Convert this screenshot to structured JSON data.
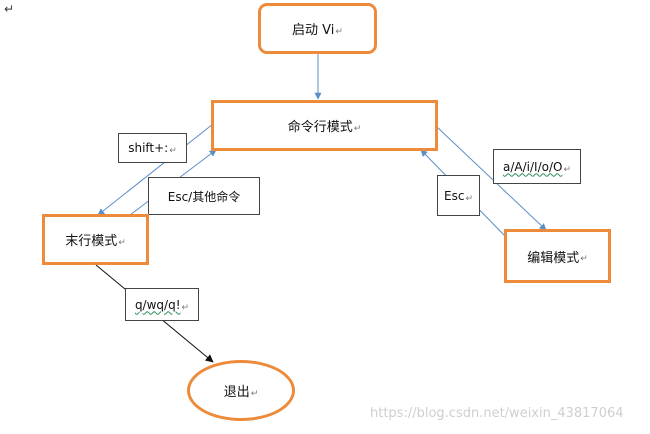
{
  "nodes": {
    "start": "启动 Vi",
    "command": "命令行模式",
    "lastline": "末行模式",
    "edit": "编辑模式",
    "exit": "退出"
  },
  "labels": {
    "shift": "shift+:",
    "esc_other": "Esc/其他命令",
    "insert_keys": "a/A/i/I/o/O",
    "esc": "Esc",
    "quit_cmds": "q/wq/q!"
  },
  "paragraph_mark": "↵",
  "corner_mark": "↵",
  "watermark": "https://blog.csdn.net/weixin_43817064",
  "colors": {
    "node_border": "#ED8B3A",
    "arrow_blue": "#5B8FC7",
    "arrow_black": "#111111"
  }
}
